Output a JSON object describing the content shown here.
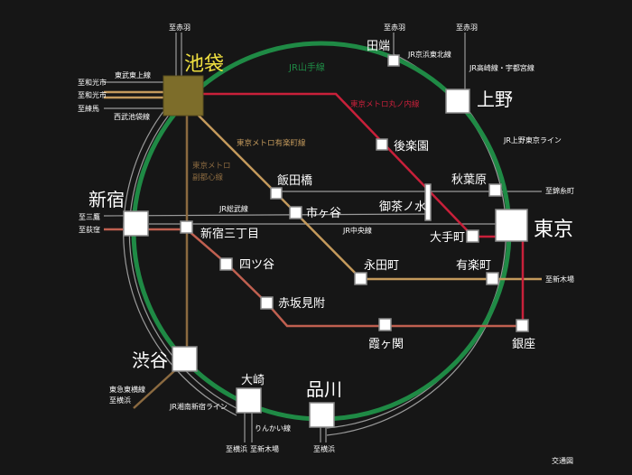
{
  "colors": {
    "yamanote": "#1f8a45",
    "marunouchi": "#c8203a",
    "marunouchi_branch": "#c06050",
    "yurakucho": "#c49a5c",
    "fukutoshin": "#8b6a40",
    "ikebukuro_box": "#7d6d2a",
    "ikebukuro_label": "#f0e040",
    "jr_lines": "#9a9a9a"
  },
  "stations": {
    "ikebukuro": "池袋",
    "tabata": "田端",
    "ueno": "上野",
    "korakuen": "後楽園",
    "akihabara": "秋葉原",
    "ochanomizu": "御茶ノ水",
    "tokyo": "東京",
    "otemachi": "大手町",
    "iidabashi": "飯田橋",
    "ichigaya": "市ヶ谷",
    "shinjuku": "新宿",
    "shinjuku_sanchome": "新宿三丁目",
    "yotsuya": "四ツ谷",
    "akasaka_mitsuke": "赤坂見附",
    "nagatacho": "永田町",
    "yurakucho": "有楽町",
    "kasumigaseki": "霞ヶ関",
    "ginza": "銀座",
    "shibuya": "渋谷",
    "osaki": "大崎",
    "shinagawa": "品川"
  },
  "lines": {
    "yamanote": "JR山手線",
    "marunouchi": "東京メトロ丸ノ内線",
    "yurakucho": "東京メトロ有楽町線",
    "fukutoshin_1": "東京メトロ",
    "fukutoshin_2": "副都心線",
    "sobu": "JR総武線",
    "chuo": "JR中央線",
    "keihin_tohoku": "JR京浜東北線",
    "takasaki_utsunomiya": "JR高崎線・宇都宮線",
    "ueno_tokyo": "JR上野東京ライン",
    "tobu_tojo": "東武東上線",
    "seibu_ikebukuro": "西武池袋線",
    "tokyu_toyoko": "東急東横線",
    "shonan_shinjuku": "JR湘南新宿ライン",
    "rinkai": "りんかい線"
  },
  "destinations": {
    "akabane_1": "至赤羽",
    "akabane_2": "至赤羽",
    "akabane_3": "至赤羽",
    "wakoshi_1": "至和光市",
    "wakoshi_2": "至和光市",
    "nerima": "至練馬",
    "mitaka": "至三鷹",
    "ogikubo": "至荻窪",
    "kinshicho": "至錦糸町",
    "shinkiba_1": "至新木場",
    "yokohama_toyoko": "至横浜",
    "yokohama_osaki": "至横浜",
    "shinkiba_osaki": "至新木場",
    "yokohama_shinagawa": "至横浜"
  },
  "footer": "交通図"
}
